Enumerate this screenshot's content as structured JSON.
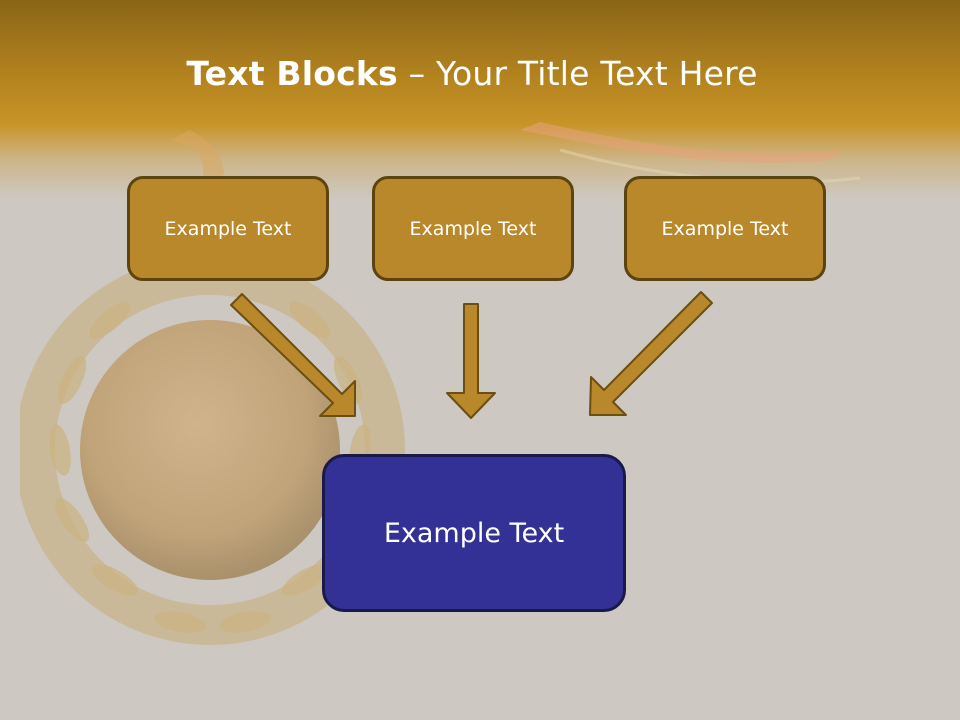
{
  "slide": {
    "title_bold": "Text Blocks",
    "title_dash": "–",
    "title_rest": "Your Title Text Here"
  },
  "blocks": {
    "top": [
      "Example Text",
      "Example Text",
      "Example Text"
    ],
    "bottom": "Example Text"
  },
  "colors": {
    "header_gold": "#b5841f",
    "block_gold": "#b8882a",
    "block_gold_border": "#5c430f",
    "block_blue": "#343196",
    "arrow_fill": "#b8882a",
    "background": "#cdc9c2"
  },
  "icons": {
    "background_image": "gold-medal-icon",
    "connectors": "arrow-down-icon"
  }
}
